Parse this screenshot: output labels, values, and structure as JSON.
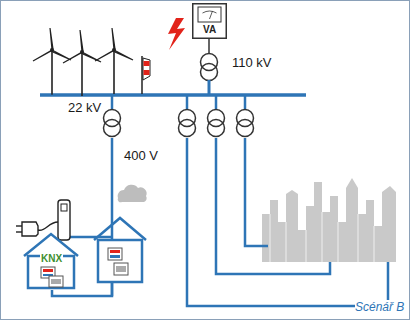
{
  "diagram": {
    "caption": "Scénář B",
    "nodes": [
      {
        "text": [
          "VA"
        ]
      },
      {
        "text": [
          "KNX"
        ]
      }
    ],
    "labels": [
      "110 kV",
      "22 kV",
      "400 V"
    ]
  }
}
